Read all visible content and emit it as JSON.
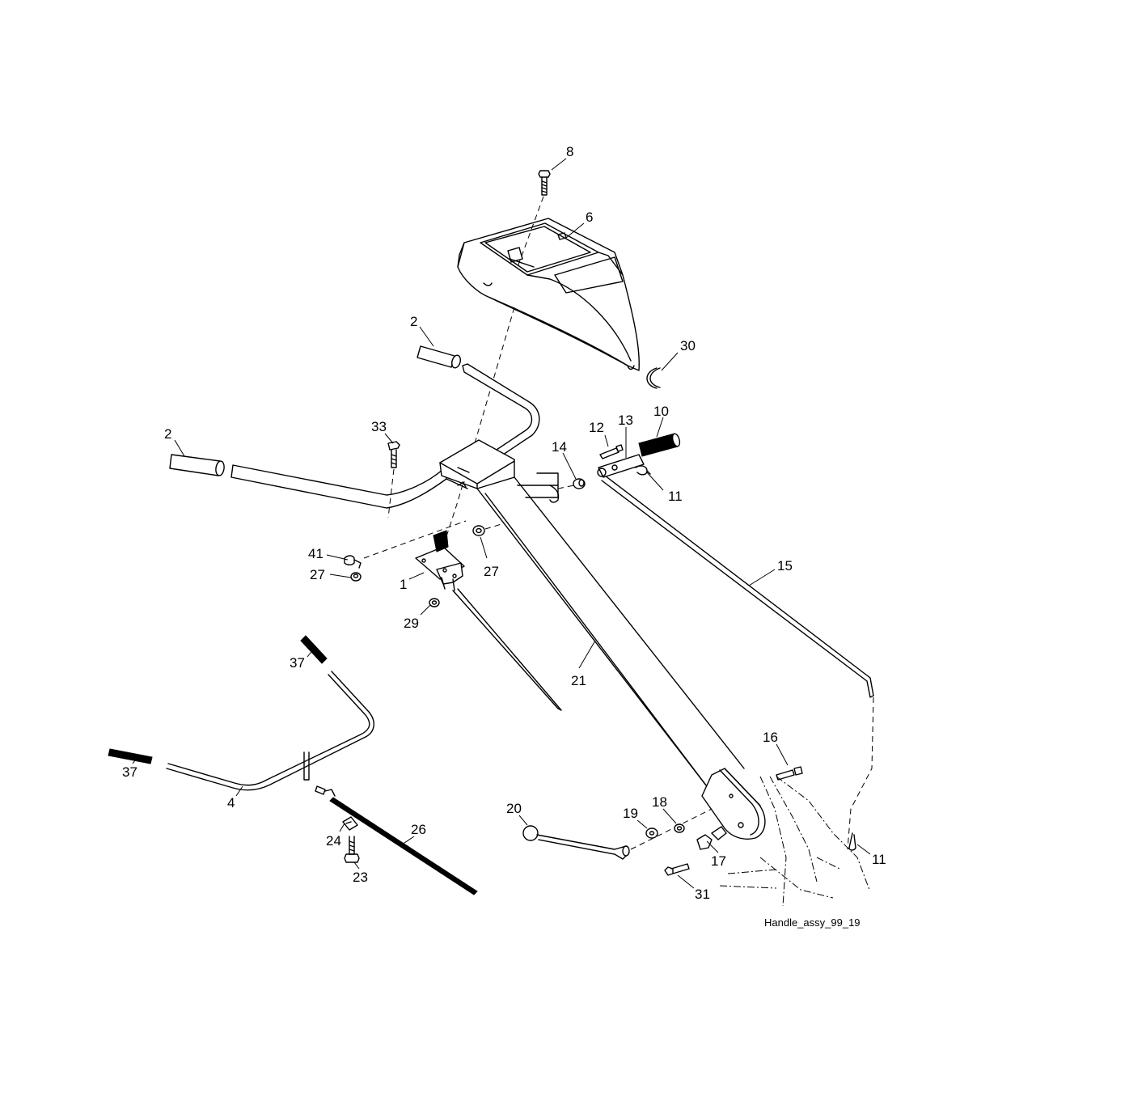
{
  "diagram": {
    "caption": "Handle_assy_99_19",
    "callouts": [
      {
        "id": "c8",
        "text": "8"
      },
      {
        "id": "c6",
        "text": "6"
      },
      {
        "id": "c2a",
        "text": "2"
      },
      {
        "id": "c30",
        "text": "30"
      },
      {
        "id": "c2b",
        "text": "2"
      },
      {
        "id": "c33",
        "text": "33"
      },
      {
        "id": "c12",
        "text": "12"
      },
      {
        "id": "c13",
        "text": "13"
      },
      {
        "id": "c10",
        "text": "10"
      },
      {
        "id": "c14",
        "text": "14"
      },
      {
        "id": "c11a",
        "text": "11"
      },
      {
        "id": "c41",
        "text": "41"
      },
      {
        "id": "c27a",
        "text": "27"
      },
      {
        "id": "c27b",
        "text": "27"
      },
      {
        "id": "c1",
        "text": "1"
      },
      {
        "id": "c15",
        "text": "15"
      },
      {
        "id": "c29",
        "text": "29"
      },
      {
        "id": "c37a",
        "text": "37"
      },
      {
        "id": "c21",
        "text": "21"
      },
      {
        "id": "c16",
        "text": "16"
      },
      {
        "id": "c37b",
        "text": "37"
      },
      {
        "id": "c4",
        "text": "4"
      },
      {
        "id": "c26",
        "text": "26"
      },
      {
        "id": "c20",
        "text": "20"
      },
      {
        "id": "c19",
        "text": "19"
      },
      {
        "id": "c18",
        "text": "18"
      },
      {
        "id": "c24",
        "text": "24"
      },
      {
        "id": "c11b",
        "text": "11"
      },
      {
        "id": "c17",
        "text": "17"
      },
      {
        "id": "c23",
        "text": "23"
      },
      {
        "id": "c31",
        "text": "31"
      }
    ]
  }
}
